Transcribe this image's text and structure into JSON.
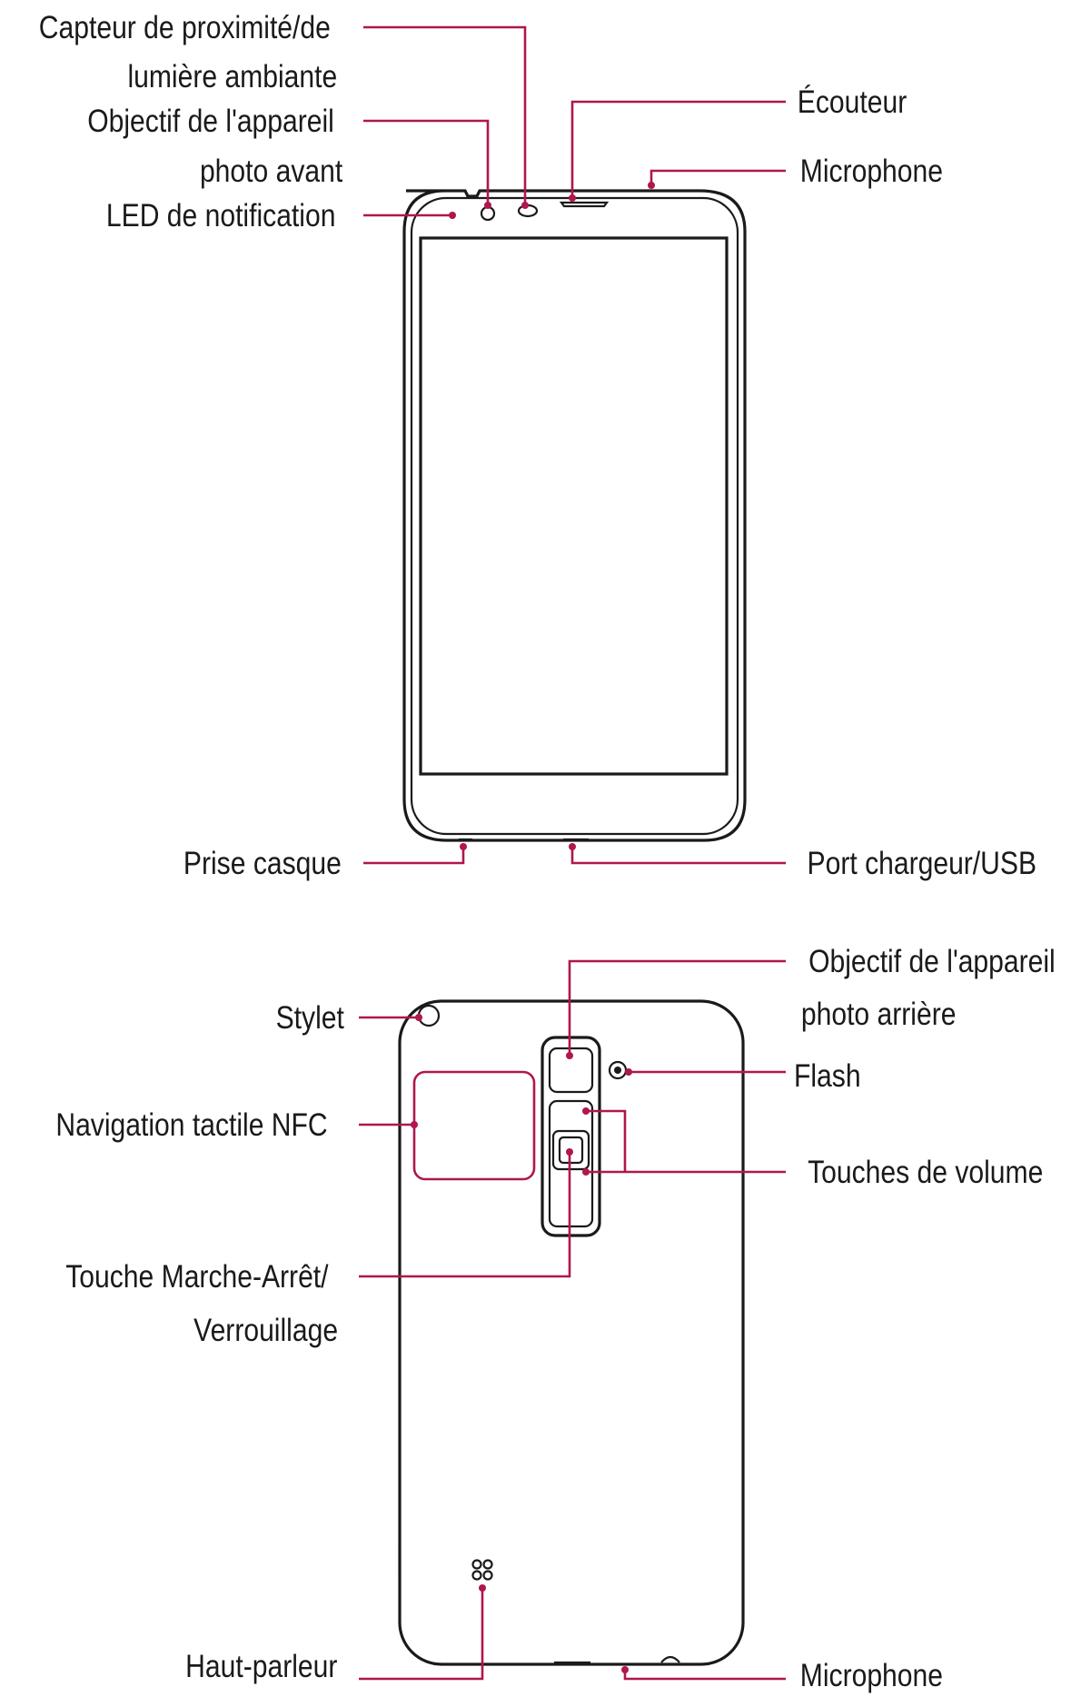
{
  "accent_color": "#b0164f",
  "front_view": {
    "labels": {
      "proximity_sensor_line1": "Capteur de proximité/de",
      "proximity_sensor_line2": "lumière ambiante",
      "front_camera_line1": "Objectif de l'appareil",
      "front_camera_line2": "photo avant",
      "notification_led": "LED de notification",
      "earpiece": "Écouteur",
      "top_microphone": "Microphone",
      "headset_jack": "Prise casque",
      "charger_usb_port": "Port chargeur/USB"
    }
  },
  "rear_view": {
    "labels": {
      "stylus": "Stylet",
      "rear_camera_line1": "Objectif de l'appareil",
      "rear_camera_line2": "photo arrière",
      "flash": "Flash",
      "nfc_touch_point": "Navigation tactile NFC",
      "volume_keys": "Touches de volume",
      "power_lock_key_line1": "Touche Marche-Arrêt/",
      "power_lock_key_line2": "Verrouillage",
      "speaker": "Haut-parleur",
      "bottom_microphone": "Microphone"
    }
  }
}
